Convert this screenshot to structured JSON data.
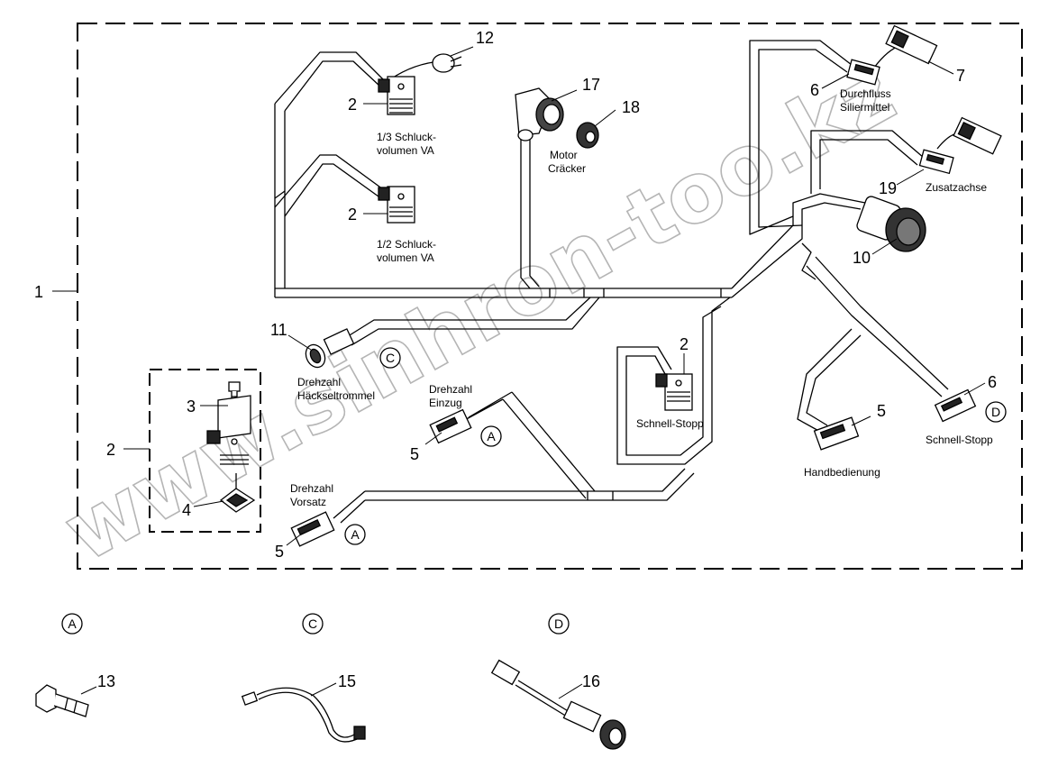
{
  "diagram": {
    "callouts": {
      "n1": "1",
      "n2a": "2",
      "n2b": "2",
      "n2c": "2",
      "n2d": "2",
      "n3": "3",
      "n4": "4",
      "n5a": "5",
      "n5b": "5",
      "n5c": "5",
      "n6a": "6",
      "n6b": "6",
      "n7": "7",
      "n10": "10",
      "n11": "11",
      "n12": "12",
      "n13": "13",
      "n15": "15",
      "n16": "16",
      "n17": "17",
      "n18": "18",
      "n19": "19"
    },
    "labels": {
      "schluck13_l1": "1/3 Schluck-",
      "schluck13_l2": "volumen VA",
      "schluck12_l1": "1/2 Schluck-",
      "schluck12_l2": "volumen VA",
      "motor_l1": "Motor",
      "motor_l2": "Cräcker",
      "durchfluss_l1": "Durchfluss",
      "durchfluss_l2": "Siliermittel",
      "zusatzachse": "Zusatzachse",
      "drehzahl_haeckseltrommel_l1": "Drehzahl",
      "drehzahl_haeckseltrommel_l2": "Häckseltrommel",
      "drehzahl_einzug_l1": "Drehzahl",
      "drehzahl_einzug_l2": "Einzug",
      "drehzahl_vorsatz_l1": "Drehzahl",
      "drehzahl_vorsatz_l2": "Vorsatz",
      "schnell_stopp_center": "Schnell-Stopp",
      "schnell_stopp_right": "Schnell-Stopp",
      "handbedienung": "Handbedienung"
    },
    "circle_refs": {
      "c_main": "C",
      "a_einzug": "A",
      "a_vorsatz": "A",
      "d_main": "D",
      "a_detail": "A",
      "c_detail": "C",
      "d_detail": "D"
    },
    "watermark": "www.sinhron-too.kz"
  }
}
